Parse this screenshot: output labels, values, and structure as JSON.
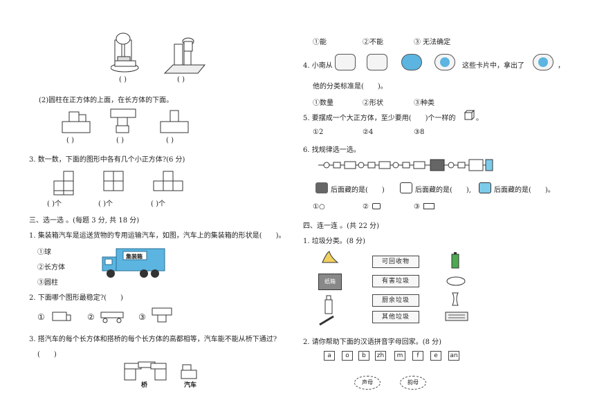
{
  "left": {
    "q1_blanks": [
      "(   )",
      "(   )"
    ],
    "q1_sub2": "(2)圆柱在正方体的上面，在长方体的下面。",
    "q1_sub2_blanks": [
      "(   )",
      "(   )",
      "(   )"
    ],
    "q3_title": "3. 数一数，下面的图形中各有几个小正方体?(6 分)",
    "q3_blanks": [
      "(      )个",
      "(      )个",
      "(      )个"
    ],
    "section3_title": "三、选一选 。(每题 3 分, 共 18 分)",
    "s3q1": "1. 集装箱汽车是运送货物的专用运输汽车，如图，汽车上的集装箱的形状是(　　)。",
    "s3q1_options": [
      "①球",
      "②长方体",
      "③圆柱"
    ],
    "truck_label": "集装箱",
    "s3q2": "2. 下面哪个图形最稳定?(　　)",
    "s3q2_marks": [
      "①",
      "②",
      "③"
    ],
    "s3q3": "3. 搭汽车的每个长方体和搭桥的每个长方体的高都相等，汽车能不能从桥下通过?",
    "s3q3_blank": "(　　)",
    "bridge_label": "桥",
    "car_label": "汽车"
  },
  "right": {
    "top_options": [
      "①能",
      "②不能",
      "③ 无法确定"
    ],
    "q4_prefix": "4. 小南从",
    "q4_mid": "这些卡片中，拿出了",
    "q4_suffix": "，",
    "q4_line2": "他的分类标准是(　　)。",
    "q4_options": [
      "①数量",
      "②形状",
      "③种类"
    ],
    "q5": "5. 要摆成一个大正方体，至少要用(　　)个一样的",
    "q5_suffix": "。",
    "q5_options": [
      "①2",
      "②4",
      "③8"
    ],
    "q6": "6. 找规律选一选。",
    "q6_hidden_1": "后面藏的是(　　)",
    "q6_hidden_2": "后面藏的是(　　),",
    "q6_hidden_3": "后面藏的是(　　)。",
    "q6_options": [
      "①○",
      "②",
      "③"
    ],
    "section4_title": "四、连一连 。(共 22 分)",
    "s4q1": "1. 垃圾分类。(8 分)",
    "trash_bins": [
      "可回收物",
      "有害垃圾",
      "厨余垃圾",
      "其他垃圾"
    ],
    "box_label": "纸箱",
    "s4q2": "2. 请你帮助下面的汉语拼音字母回家。(8 分)",
    "pinyin": [
      "a",
      "o",
      "b",
      "zh",
      "m",
      "f",
      "e",
      "an"
    ],
    "homes": [
      "声母",
      "韵母"
    ]
  }
}
